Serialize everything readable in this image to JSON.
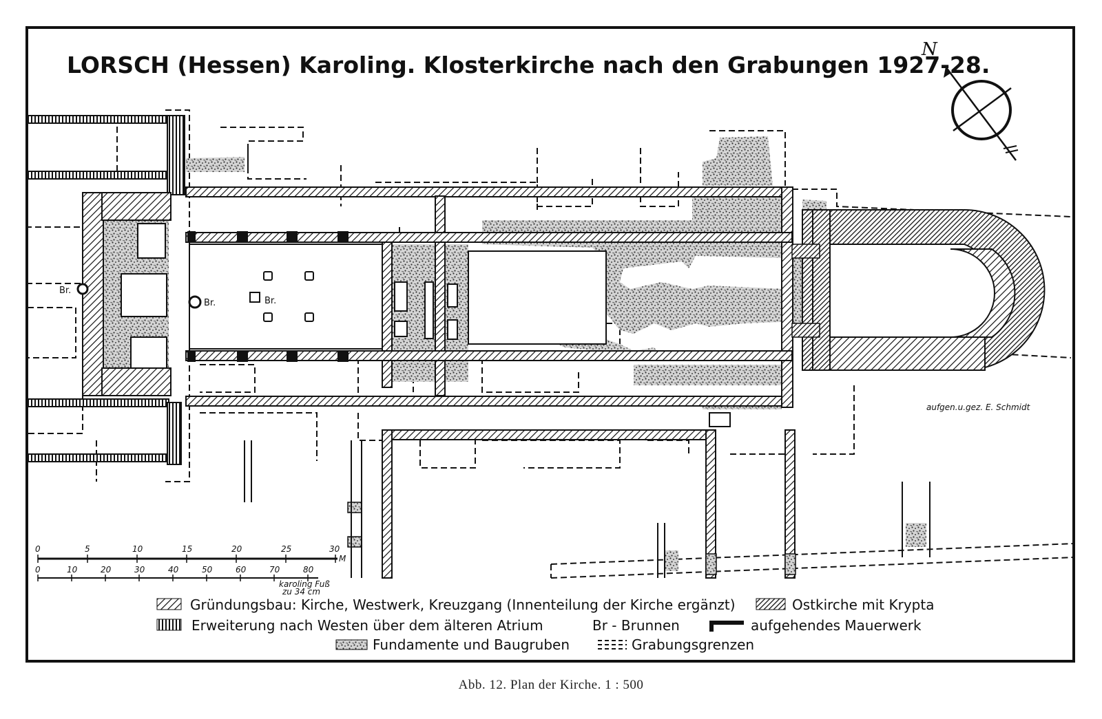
{
  "title": "LORSCH (Hessen) Karoling. Klosterkirche nach den Grabungen 1927-28.",
  "north_marker": "N",
  "icon_compass": "north-arrow-compass-icon",
  "labels": {
    "well_outer": "Br.",
    "well_1": "Br.",
    "well_2": "Br."
  },
  "signature": "aufgen.u.gez. E. Schmidt",
  "scale_meter": {
    "ticks": [
      "0",
      "5",
      "10",
      "15",
      "20",
      "25",
      "30"
    ],
    "unit": "M"
  },
  "scale_foot": {
    "ticks": [
      "0",
      "10",
      "20",
      "30",
      "40",
      "50",
      "60",
      "70",
      "80"
    ],
    "unit_line1": "karoling Fuß",
    "unit_line2": "zu 34 cm"
  },
  "legend": {
    "founding": "Gründungsbau: Kirche, Westwerk, Kreuzgang (Innenteilung der Kirche ergänzt)",
    "east": "Ostkirche mit Krypta",
    "extension": "Erweiterung nach Westen über dem älteren Atrium",
    "well": "Br - Brunnen",
    "wall": "aufgehendes Mauerwerk",
    "foundations": "Fundamente und Baugruben",
    "limits": "Grabungsgrenzen"
  },
  "caption": "Abb. 12.  Plan der Kirche.  1 : 500",
  "colors": {
    "ink": "#111111",
    "paper": "#ffffff"
  }
}
